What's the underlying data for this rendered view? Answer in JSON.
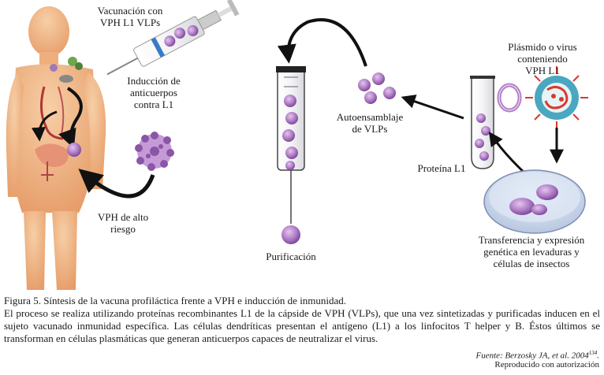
{
  "labels": {
    "vaccination": [
      "Vacunación con",
      "VPH L1 VLPs"
    ],
    "antibody_induction": [
      "Inducción de",
      "anticuerpos",
      "contra L1"
    ],
    "high_risk_hpv": [
      "VPH de alto",
      "riesgo"
    ],
    "purification": "Purificación",
    "self_assembly": [
      "Autoensamblaje",
      "de VLPs"
    ],
    "plasmid": [
      "Plásmido o virus",
      "conteniendo",
      "VPH L1"
    ],
    "protein": "Proteína L1",
    "transfer": [
      "Transferencia y expresión",
      "genética en levaduras y",
      "células de insectos"
    ]
  },
  "caption": {
    "title": "Figura 5. Síntesis de la vacuna profiláctica frente a VPH e inducción de inmunidad.",
    "body": " El proceso se realiza utilizando proteínas recombinantes L1 de la cápside de VPH (VLPs), que una vez sintetizadas y purificadas inducen en el sujeto vacunado inmunidad específica. Las células dendríticas presentan el antígeno (L1) a los linfocitos T helper y B. Éstos últimos se transforman en células plasmáticas que generan anticuerpos capaces de neutralizar el virus.",
    "source": "Fuente: Berzosky JA, et al. 2004",
    "source_ref": "134",
    "reproduced": "Reproducido con autorización"
  },
  "colors": {
    "skin": "#f2b98a",
    "skin_shadow": "#e39a68",
    "vlp": "#b07cc6",
    "vlp_dark": "#8b55a8",
    "arrow": "#111111",
    "petri_blue": "#c9d8ee",
    "virus_teal": "#4aa7c0",
    "virus_red": "#d83a2e"
  },
  "icons": [
    "human-body-icon",
    "syringe-icon",
    "hpv-virus-icon",
    "column-tube-icon",
    "vlp-particle-icon",
    "test-tube-icon",
    "plasmid-ring-icon",
    "virus-particle-icon",
    "petri-dish-icon",
    "arrow-icon"
  ]
}
